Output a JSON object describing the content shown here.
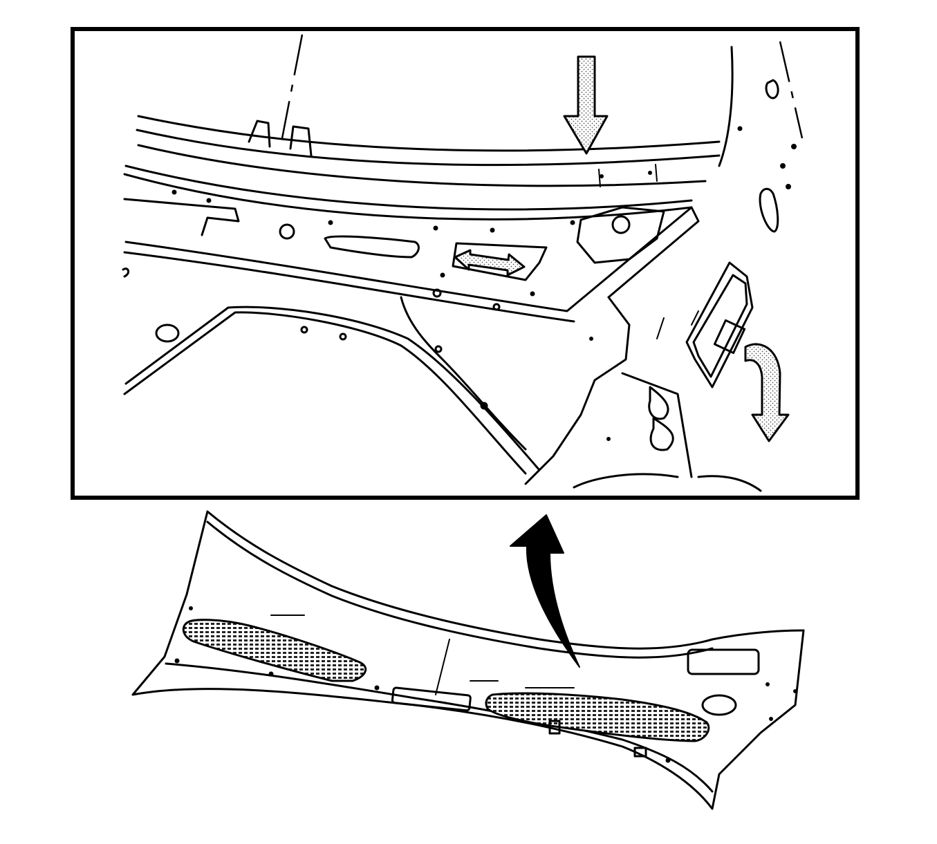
{
  "diagram": {
    "colors": {
      "line": "#000000",
      "background": "#ffffff",
      "stipple": "#9a9a9a"
    },
    "detail_view": {
      "has_frame": true
    },
    "arrows": [
      {
        "name": "push-down-arrow",
        "direction": "down"
      },
      {
        "name": "slide-left-right-arrow",
        "direction": "bidirectional-horizontal"
      },
      {
        "name": "curved-down-arrow",
        "direction": "curved-down"
      },
      {
        "name": "callout-arrow",
        "direction": "curved-up"
      }
    ]
  }
}
